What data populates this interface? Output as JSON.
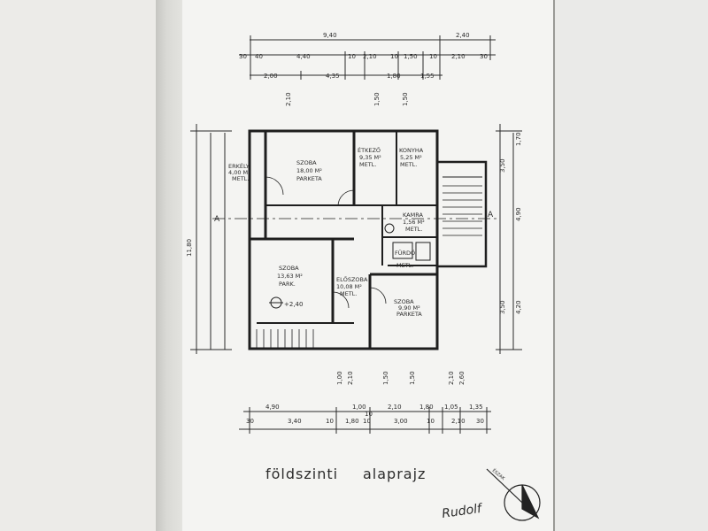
{
  "document": {
    "title_left": "földszinti",
    "title_right": "alaprajz",
    "signature": "Rudolf"
  },
  "dimensions": {
    "top_overall": [
      "9,40",
      "2,40"
    ],
    "top_row2": [
      "30",
      "40",
      "4,40",
      "10",
      "2,10",
      "10",
      "1,50",
      "10",
      "2,10",
      "30"
    ],
    "top_row3": [
      "2,00",
      "4,35",
      "1,80",
      "1,55"
    ],
    "bottom_row1": [
      "4,90",
      "1,00",
      "2,10",
      "1,80",
      "1,05",
      "1,35"
    ],
    "bottom_row2": [
      "30",
      "3,40",
      "10",
      "1,80",
      "10",
      "3,00",
      "10",
      "2,10",
      "30"
    ],
    "bottom_center": "10",
    "left_overall": "11,80",
    "right_stack": [
      "1,70",
      "3,50",
      "4,90",
      "4,20",
      "3,50"
    ],
    "verticals_top": [
      "2,10",
      "1,50",
      "1,50"
    ],
    "verticals_bottom": [
      "1,00",
      "2,10",
      "1,50",
      "1,50",
      "2,10",
      "2,60"
    ]
  },
  "rooms": [
    {
      "name": "SZOBA",
      "area": "18,00 M²",
      "floor": "PARKETA"
    },
    {
      "name": "ÉTKEZŐ",
      "area": "9,35 M²",
      "floor": "METL."
    },
    {
      "name": "KONYHA",
      "area": "5,25 M²",
      "floor": "METL."
    },
    {
      "name": "ERKÉLY",
      "area": "4,00 M²",
      "floor": "METL."
    },
    {
      "name": "KAMRA",
      "area": "1,56 M²",
      "floor": "METL."
    },
    {
      "name": "SZOBA",
      "area": "13,63 M²",
      "floor": "PARK."
    },
    {
      "name": "ELŐSZOBA",
      "area": "10,08 M²",
      "floor": "METL."
    },
    {
      "name": "SZOBA",
      "area": "9,90 M²",
      "floor": "PARKETA"
    },
    {
      "name": "FÜRDŐ",
      "area": "",
      "floor": "METL."
    }
  ],
  "markers": {
    "section_left": "A",
    "section_right": "A",
    "level": "+2,40",
    "north": "ÉSZAK"
  }
}
